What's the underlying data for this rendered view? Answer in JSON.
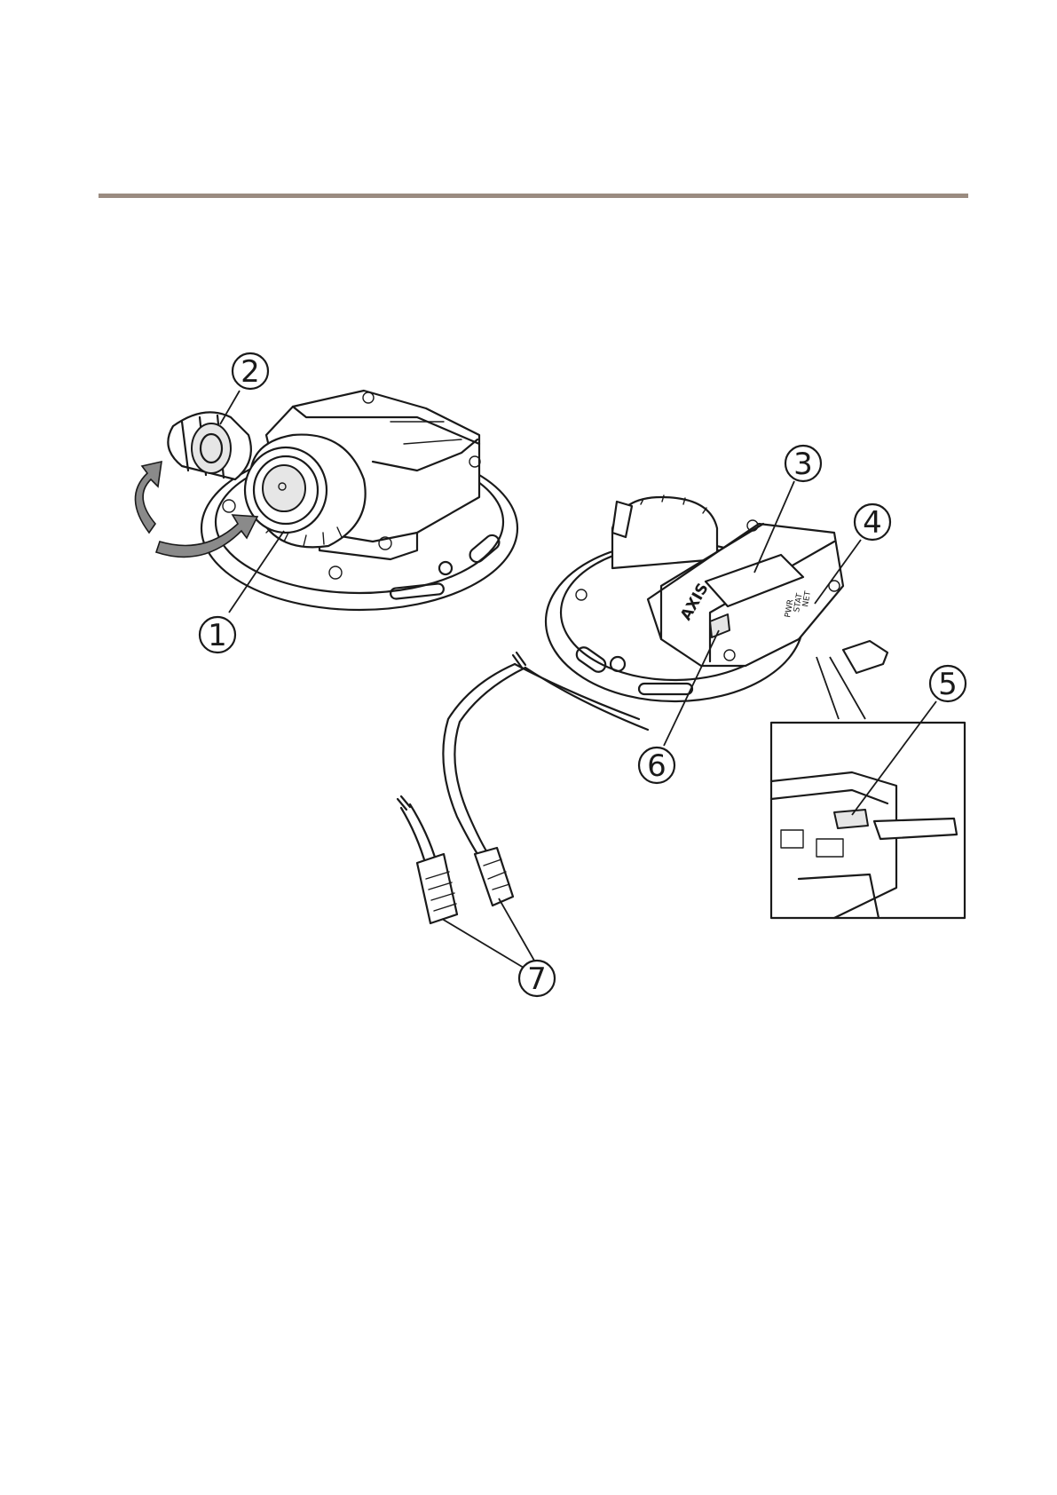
{
  "header": {
    "rule_color": "#9a8b80"
  },
  "figure": {
    "callouts": [
      {
        "id": "1",
        "label": "1"
      },
      {
        "id": "2",
        "label": "2"
      },
      {
        "id": "3",
        "label": "3"
      },
      {
        "id": "4",
        "label": "4"
      },
      {
        "id": "5",
        "label": "5"
      },
      {
        "id": "6",
        "label": "6"
      },
      {
        "id": "7",
        "label": "7"
      }
    ],
    "logo_text": "AXIS",
    "led_labels": [
      "NET",
      "STAT",
      "PWR"
    ]
  }
}
